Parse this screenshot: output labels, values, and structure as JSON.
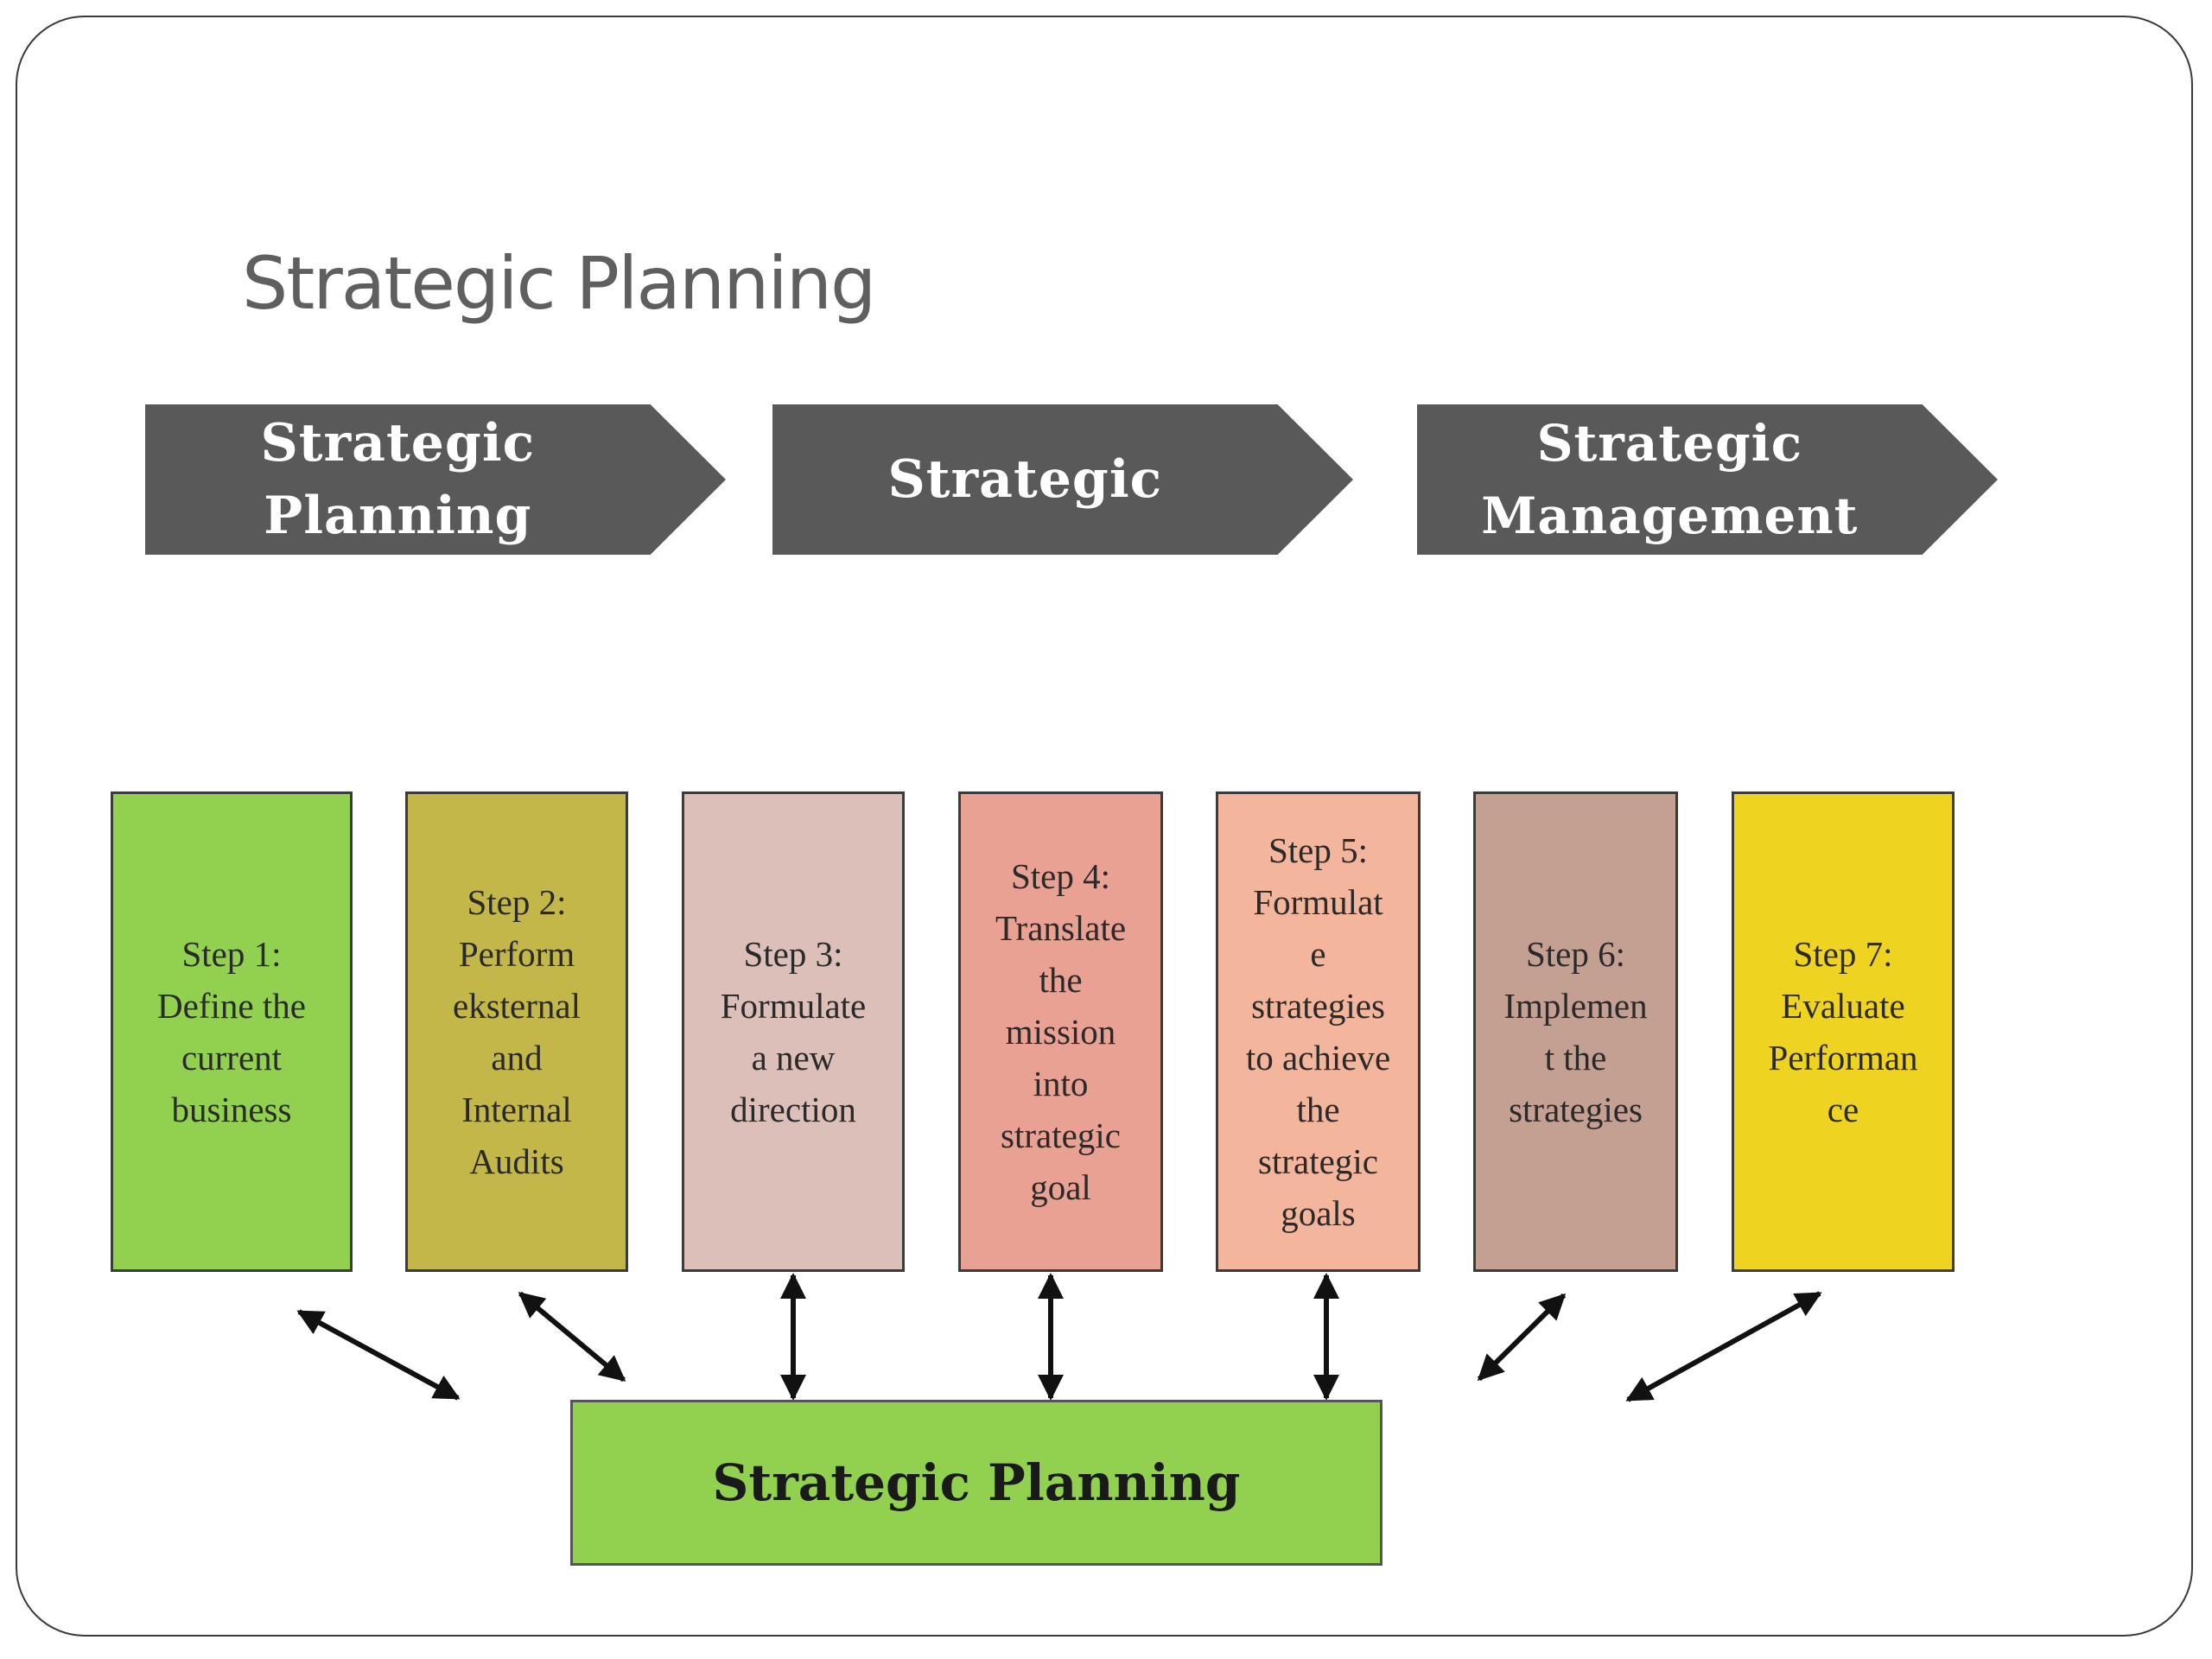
{
  "title": "Strategic Planning",
  "phases": [
    {
      "label": "Strategic Planning"
    },
    {
      "label": "Strategic"
    },
    {
      "label": "Strategic\nManagement"
    }
  ],
  "steps": [
    {
      "label": "Step 1:\nDefine the\ncurrent\nbusiness",
      "color": "#92d050"
    },
    {
      "label": "Step 2:\nPerform\neksternal\nand\nInternal\nAudits",
      "color": "#c4b74a"
    },
    {
      "label": "Step 3:\nFormulate\na new\ndirection",
      "color": "#dbbfb8"
    },
    {
      "label": "Step 4:\nTranslate\nthe\nmission\ninto\nstrategic\ngoal",
      "color": "#e9a194"
    },
    {
      "label": "Step 5:\nFormulat\ne\nstrategies\nto achieve\nthe\nstrategic\ngoals",
      "color": "#f4b59d"
    },
    {
      "label": "Step 6:\nImplemen\nt the\nstrategies",
      "color": "#c4a093"
    },
    {
      "label": "Step 7:\nEvaluate\nPerforman\nce",
      "color": "#efd321"
    }
  ],
  "base": {
    "label": "Strategic Planning"
  }
}
